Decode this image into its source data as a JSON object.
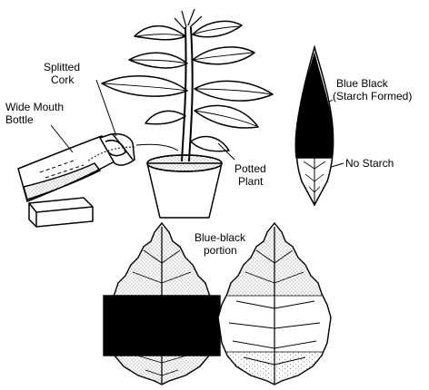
{
  "labels": {
    "splitted_cork": [
      "Splitted",
      "Cork"
    ],
    "wide_mouth_bottle": [
      "Wide Mouth",
      "Bottle"
    ],
    "potted_plant": [
      "Potted",
      "Plant"
    ],
    "blue_black_starch": [
      "Blue Black",
      "(Starch Formed)"
    ],
    "no_starch": "No Starch",
    "blue_black_portion": [
      "Blue-black",
      "portion"
    ]
  },
  "colors": {
    "ink": "#000000",
    "paper": "#ffffff",
    "stipple": "#555555"
  }
}
